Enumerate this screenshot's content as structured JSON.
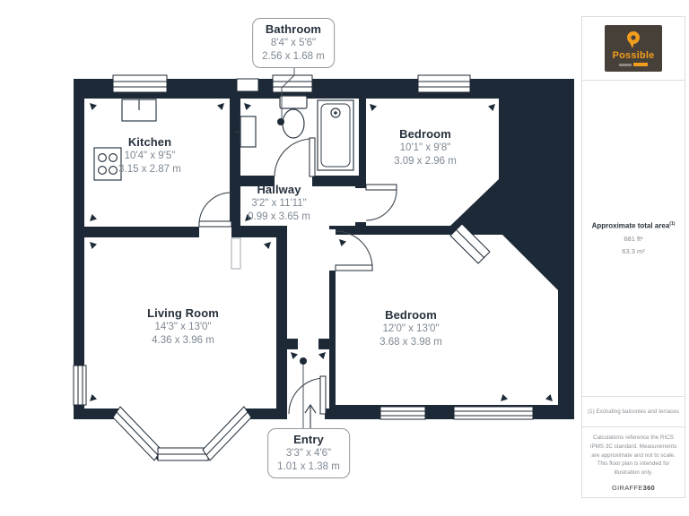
{
  "floorplan": {
    "wall_color": "#1d2936",
    "dim_text_color": "#7e8893",
    "rooms": {
      "kitchen": {
        "name": "Kitchen",
        "imperial": "10'4\" x 9'5\"",
        "metric": "3.15 x 2.87 m"
      },
      "bathroom": {
        "name": "Bathroom",
        "imperial": "8'4\" x 5'6\"",
        "metric": "2.56 x 1.68 m"
      },
      "bedroom1": {
        "name": "Bedroom",
        "imperial": "10'1\" x 9'8\"",
        "metric": "3.09 x 2.96 m"
      },
      "hallway": {
        "name": "Hallway",
        "imperial": "3'2\" x 11'11\"",
        "metric": "0.99 x 3.65 m"
      },
      "living": {
        "name": "Living Room",
        "imperial": "14'3\" x 13'0\"",
        "metric": "4.36 x 3.96 m"
      },
      "bedroom2": {
        "name": "Bedroom",
        "imperial": "12'0\" x 13'0\"",
        "metric": "3.68 x 3.98 m"
      },
      "entry": {
        "name": "Entry",
        "imperial": "3'3\" x 4'6\"",
        "metric": "1.01 x 1.38 m"
      }
    }
  },
  "sidebar": {
    "logo": {
      "brand": "Possible",
      "bg": "#474039",
      "accent": "#f19c1c",
      "icon": "possible-pin-icon"
    },
    "area_label": "Approximate total area",
    "area_marker": "(1)",
    "area_imperial": "681 ft²",
    "area_metric": "63.3 m²",
    "footnote": "(1) Excluding balconies and terraces",
    "disclaimer": "Calculations reference the RICS IPMS 3C standard. Measurements are approximate and not to scale. This floor plan is intended for illustration only.",
    "provider_name": "GIRAFFE",
    "provider_suffix": "360"
  }
}
